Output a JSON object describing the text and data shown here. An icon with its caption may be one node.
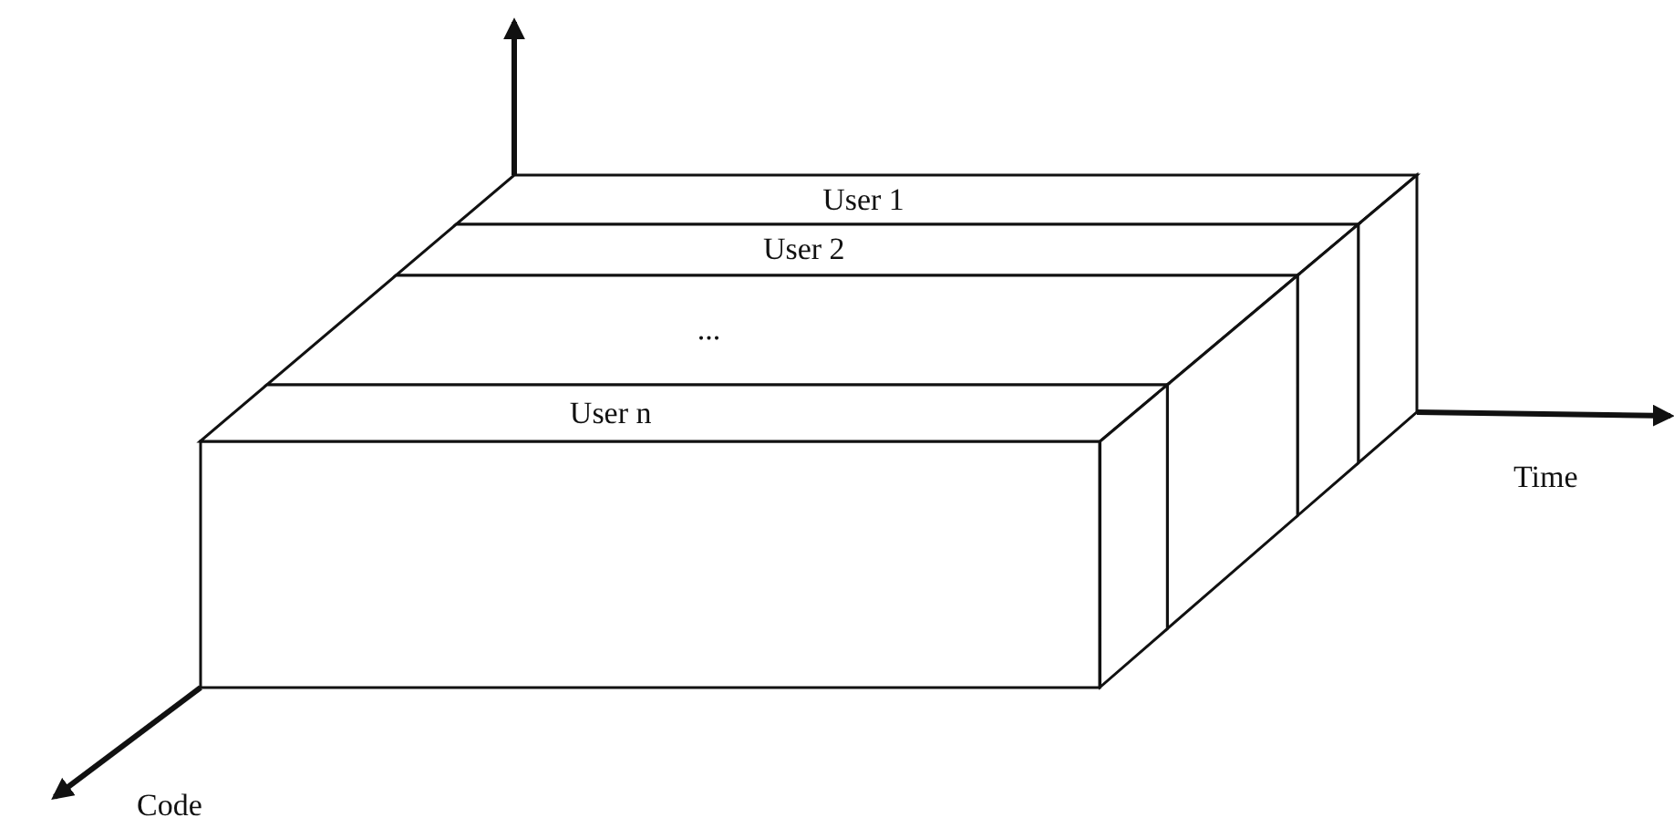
{
  "diagram": {
    "nodes": [
      {
        "text": [
          "User 1"
        ]
      },
      {
        "text": [
          "User 2"
        ]
      },
      {
        "text": [
          "..."
        ]
      },
      {
        "text": [
          "User n"
        ]
      }
    ],
    "labels": [
      "Time",
      "Code"
    ]
  }
}
